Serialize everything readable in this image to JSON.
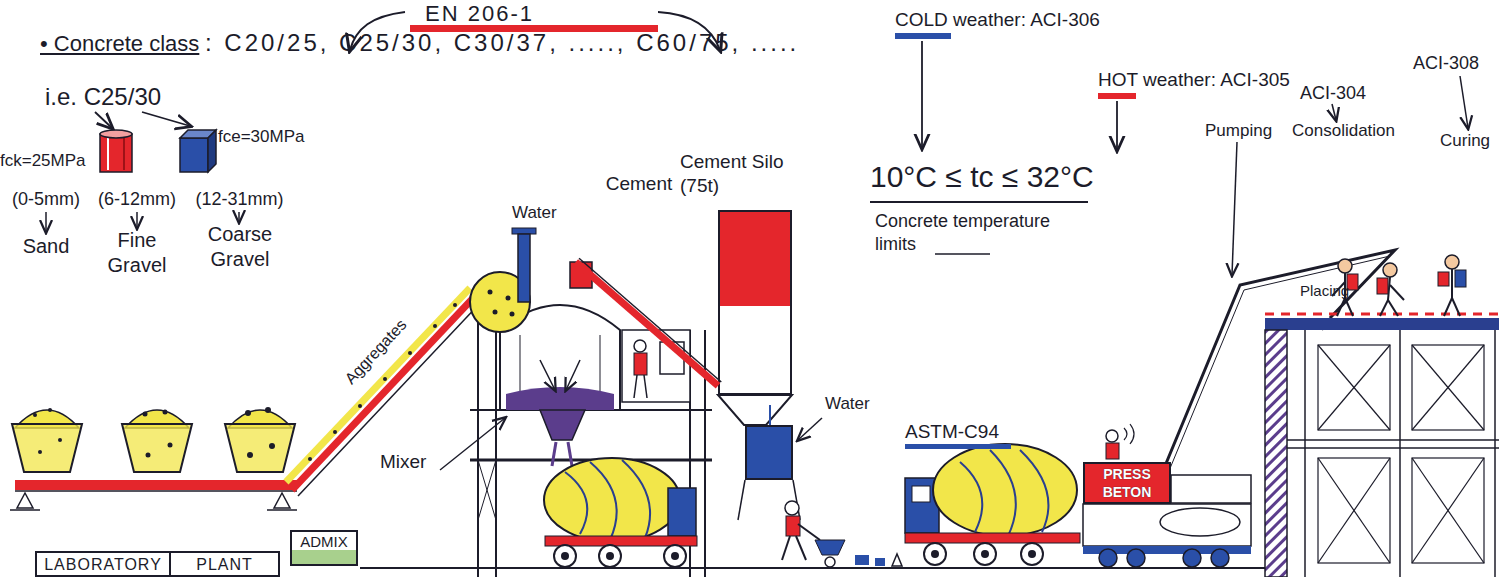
{
  "diagram": {
    "nodes": [
      {
        "text": [
          "(0-5mm)",
          "Sand"
        ]
      },
      {
        "text": [
          "(6-12mm)",
          "Fine Gravel"
        ]
      },
      {
        "text": [
          "(12-31mm)",
          "Coarse Gravel"
        ]
      },
      {
        "text": [
          "Cement Silo (75t)"
        ]
      },
      {
        "text": [
          "Mixer"
        ]
      },
      {
        "text": [
          "Water"
        ]
      },
      {
        "text": [
          "PRESS BETON"
        ]
      },
      {
        "text": [
          "LABORATORY"
        ]
      },
      {
        "text": [
          "PLANT"
        ]
      },
      {
        "text": [
          "ADMIX"
        ]
      }
    ],
    "edges": [
      {
        "from": 3,
        "to": 4,
        "label": "Cement",
        "arrow": "none"
      }
    ],
    "labels": [
      "EN 206-1",
      "• Concrete class",
      ": C20/25, C25/30, C30/37, ....., C60/75, .....",
      "COLD weather: ACI-306",
      "HOT weather: ACI-305",
      "ACI-308",
      "ACI-304",
      "i.e. C25/30",
      "Pumping",
      "Consolidation",
      "Curing",
      "fce=30MPa",
      "fck=25MPa",
      "10°C ≤ tc ≤ 32°C",
      "Water",
      "Concrete temperature limits",
      "Aggregates",
      "Placing",
      "ASTM-C94"
    ]
  }
}
